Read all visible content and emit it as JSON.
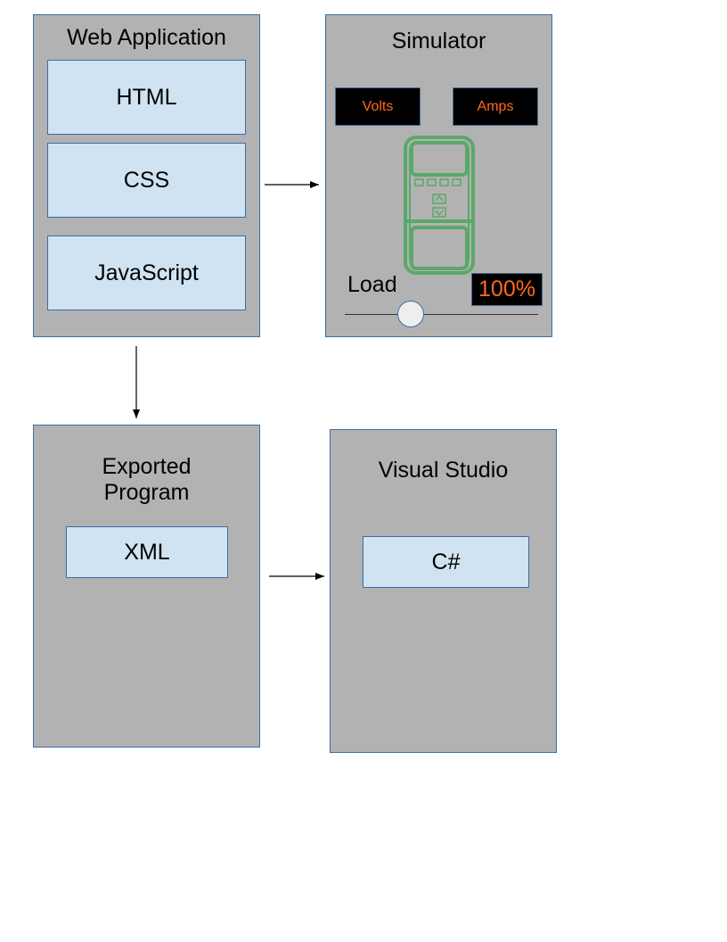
{
  "web_app": {
    "title": "Web Application",
    "items": [
      "HTML",
      "CSS",
      "JavaScript"
    ]
  },
  "simulator": {
    "title": "Simulator",
    "volts_label": "Volts",
    "amps_label": "Amps",
    "load_label": "Load",
    "load_value": "100%",
    "device_icon": "power-supply-device-icon",
    "slider_level": 0.34
  },
  "exported": {
    "title_line1": "Exported",
    "title_line2": "Program",
    "items": [
      "XML"
    ]
  },
  "visual_studio": {
    "title": "Visual Studio",
    "items": [
      "C#"
    ]
  },
  "colors": {
    "panel": "#b2b2b2",
    "item": "#cfe3f2",
    "border": "#3a6ea5",
    "readout_text": "#ff6a1a",
    "device": "#5aa86a"
  }
}
